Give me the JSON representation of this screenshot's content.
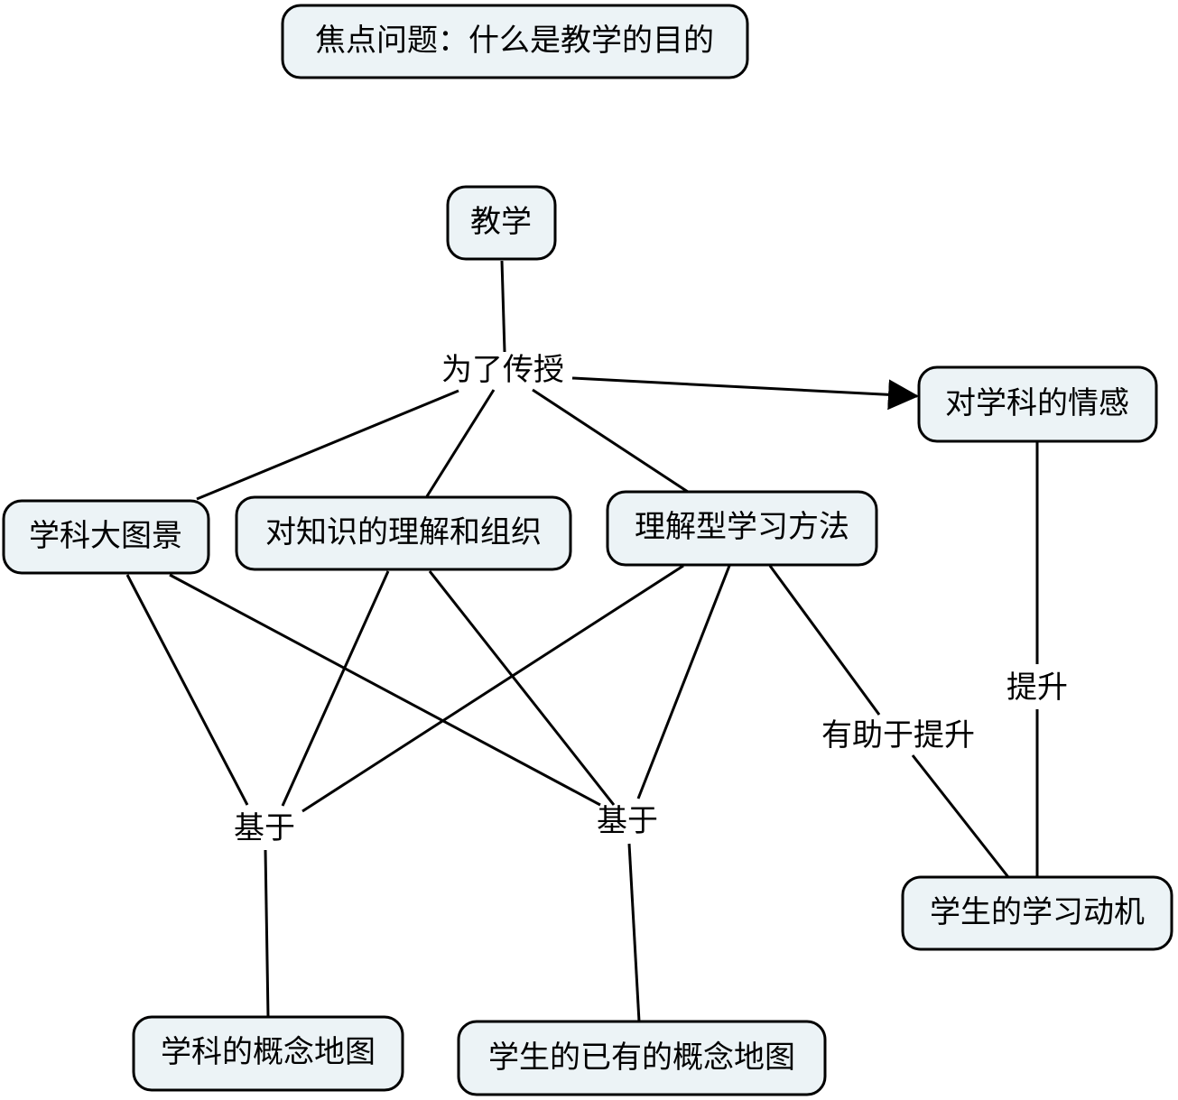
{
  "focus_question": "焦点问题：什么是教学的目的",
  "concepts": {
    "teaching": "教学",
    "subject_emotion": "对学科的情感",
    "subject_big_picture": "学科大图景",
    "knowledge_understanding": "对知识的理解和组织",
    "understanding_learning": "理解型学习方法",
    "student_motivation": "学生的学习动机",
    "subject_concept_map": "学科的概念地图",
    "student_concept_map": "学生的已有的概念地图"
  },
  "linking_phrases": {
    "to_impart": "为了传授",
    "based_on_left": "基于",
    "based_on_right": "基于",
    "helps_improve": "有助于提升",
    "improve": "提升"
  },
  "colors": {
    "node_fill": "#ecf3f6",
    "stroke": "#000000"
  }
}
